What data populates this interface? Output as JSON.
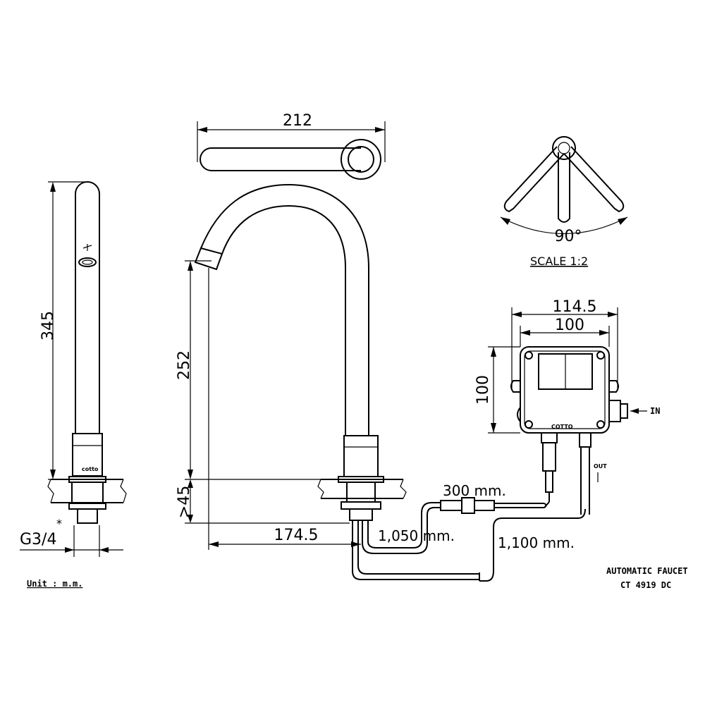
{
  "dimensions": {
    "spout_reach_top": "212",
    "height_total": "345",
    "spout_height": "252",
    "deck_thickness": ">45",
    "thread": "G3/4",
    "thread_mark": "*",
    "base_to_outlet": "174.5",
    "box_width_outer": "114.5",
    "box_width_inner": "100",
    "box_height": "100",
    "angle": "90°"
  },
  "labels": {
    "scale": "SCALE 1:2",
    "unit": "Unit : m.m.",
    "cable_300": "300 mm.",
    "cable_1050": "1,050 mm.",
    "cable_1100": "1,100 mm.",
    "in": "IN",
    "out": "OUT",
    "brand_box": "COTTO",
    "brand_spout": "cotto",
    "title_line1": "AUTOMATIC FAUCET",
    "title_line2": "CT 4919 DC"
  }
}
